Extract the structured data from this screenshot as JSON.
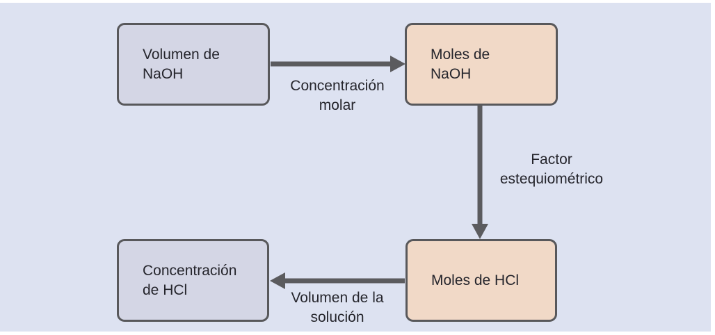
{
  "page": {
    "background_color": "#ffffff",
    "panel_color": "#dde2f1"
  },
  "diagram": {
    "type": "flowchart",
    "nodes": [
      {
        "id": "volumen-naoh",
        "label": "Volumen de\nNaOH",
        "fill": "#d4d6e5"
      },
      {
        "id": "moles-naoh",
        "label": "Moles de\nNaOH",
        "fill": "#f1d9c7"
      },
      {
        "id": "moles-hcl",
        "label": "Moles de HCl",
        "fill": "#f1d9c7"
      },
      {
        "id": "concentracion-hcl",
        "label": "Concentración\nde HCl",
        "fill": "#d4d6e5"
      }
    ],
    "edges": [
      {
        "from": "volumen-naoh",
        "to": "moles-naoh",
        "direction": "right",
        "label": "Concentración\nmolar"
      },
      {
        "from": "moles-naoh",
        "to": "moles-hcl",
        "direction": "down",
        "label": "Factor\nestequiométrico"
      },
      {
        "from": "moles-hcl",
        "to": "concentracion-hcl",
        "direction": "left",
        "label": "Volumen de la\nsolución"
      }
    ],
    "colors": {
      "node_border": "#58585b",
      "arrow": "#5b5b5e",
      "text": "#25252c"
    }
  }
}
